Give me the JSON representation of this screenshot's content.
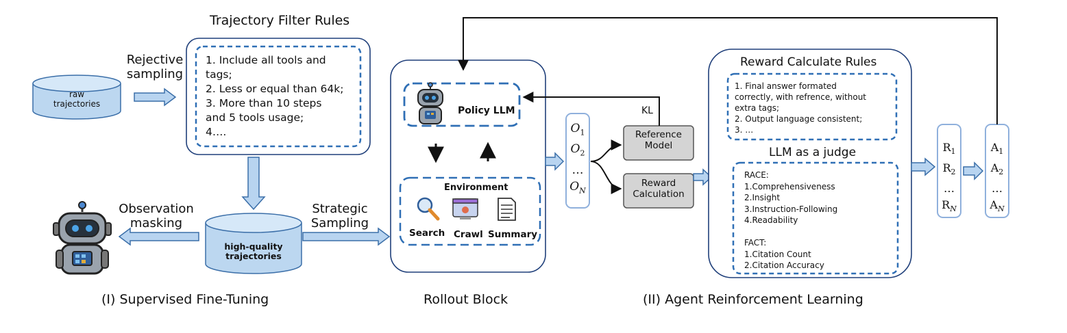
{
  "sft": {
    "filter_title": "Trajectory Filter Rules",
    "rejective_sampling": [
      "Rejective",
      "sampling"
    ],
    "raw_trajectories": [
      "raw",
      "trajectories"
    ],
    "filter_rules": [
      "1. Include all tools and",
      "tags;",
      "2. Less or equal than 64k;",
      "3. More than 10 steps",
      "and 5 tools usage;",
      "4…."
    ],
    "observation_masking": [
      "Observation",
      "masking"
    ],
    "high_quality": [
      "high-quality",
      "trajectories"
    ],
    "strategic_sampling": [
      "Strategic",
      "Sampling"
    ],
    "section_label": "(I) Supervised Fine-Tuning"
  },
  "rollout": {
    "policy_llm": "Policy LLM",
    "environment": "Environment",
    "tools": [
      "Search",
      "Crawl",
      "Summary"
    ],
    "section_label": "Rollout Block"
  },
  "rl": {
    "outputs": [
      "O",
      "O",
      "…",
      "O"
    ],
    "output_subs": [
      "1",
      "2",
      "",
      "N"
    ],
    "kl": "KL",
    "reference_model": [
      "Reference",
      "Model"
    ],
    "reward_calculation": [
      "Reward",
      "Calculation"
    ],
    "reward_rules_title": "Reward Calculate Rules",
    "reward_rules": [
      "1. Final answer formated",
      "correctly, with refrence, without",
      "extra tags;",
      "2. Output language consistent;",
      "3. …"
    ],
    "judge_title": "LLM as a judge",
    "judge_lines": [
      "RACE:",
      "1.Comprehensiveness",
      "2.Insight",
      "3.Instruction-Following",
      "4.Readability",
      "",
      "FACT:",
      "1.Citation Count",
      "2.Citation Accuracy"
    ],
    "rewards": [
      "R",
      "R",
      "…",
      "R"
    ],
    "reward_subs": [
      "1",
      "2",
      "",
      "N"
    ],
    "advantages": [
      "A",
      "A",
      "…",
      "A"
    ],
    "advantage_subs": [
      "1",
      "2",
      "",
      "N"
    ],
    "section_label": "(II) Agent Reinforcement Learning"
  },
  "colors": {
    "stroke": "#1f3f7a",
    "dash": "#2f6fb5",
    "cyl_fill": "#bcd7f0",
    "arrow_fill": "#b8d4f0",
    "arrow_stroke": "#3a6ea8",
    "gray_box": "#d4d4d4",
    "light_col": "#4f83c4"
  }
}
